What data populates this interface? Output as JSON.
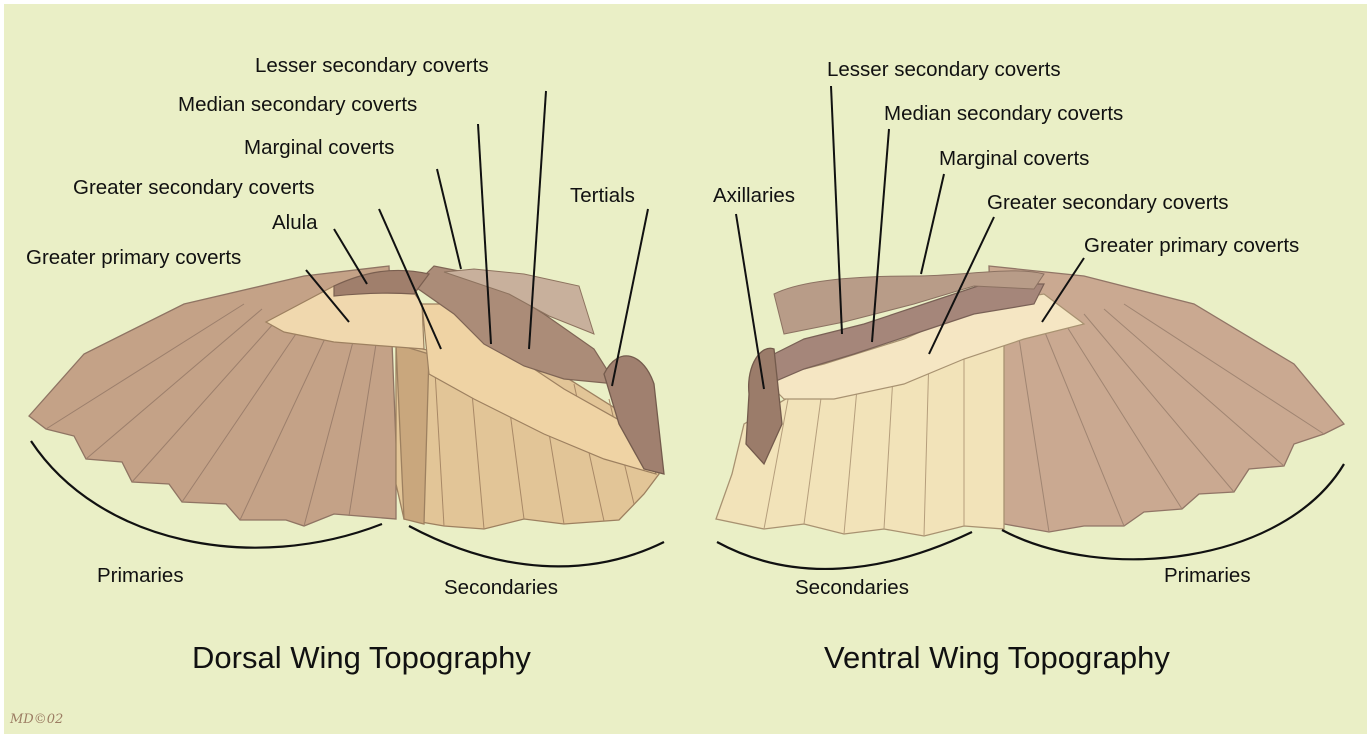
{
  "dorsal": {
    "title": "Dorsal Wing Topography",
    "labels": {
      "lesser_secondary_coverts": "Lesser secondary coverts",
      "median_secondary_coverts": "Median secondary coverts",
      "marginal_coverts": "Marginal coverts",
      "greater_secondary_coverts": "Greater secondary coverts",
      "alula": "Alula",
      "greater_primary_coverts": "Greater primary coverts",
      "tertials": "Tertials",
      "primaries": "Primaries",
      "secondaries": "Secondaries"
    }
  },
  "ventral": {
    "title": "Ventral Wing Topography",
    "labels": {
      "lesser_secondary_coverts": "Lesser secondary coverts",
      "median_secondary_coverts": "Median secondary coverts",
      "marginal_coverts": "Marginal coverts",
      "greater_secondary_coverts": "Greater secondary coverts",
      "greater_primary_coverts": "Greater primary coverts",
      "axillaries": "Axillaries",
      "secondaries": "Secondaries",
      "primaries": "Primaries"
    }
  },
  "signature": "MD©02",
  "colors": {
    "background": "#eaefc6",
    "primary_feathers": "#c4a287",
    "secondary_feathers": "#e2c597",
    "covert_feathers": "#ab8c78",
    "ventral_secondaries": "#f2e3b9",
    "leader_lines": "#111111"
  }
}
